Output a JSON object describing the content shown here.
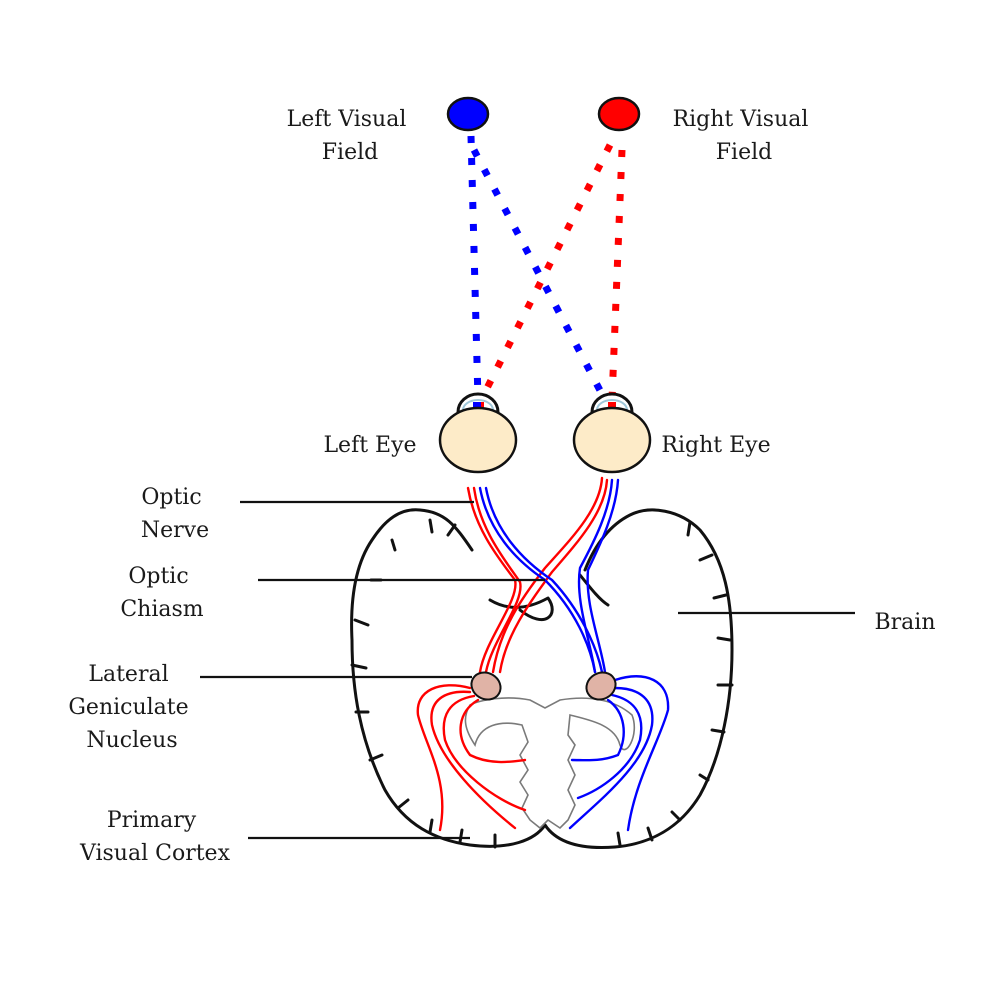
{
  "title": "Visual pathway diagram",
  "colors": {
    "left_field": "#0000ff",
    "right_field": "#ff0000",
    "eye_fill": "#fdebc8",
    "lgn_fill": "#e0b3a6",
    "outline": "#111111"
  },
  "labels": {
    "left_visual_field": [
      "Left Visual",
      "Field"
    ],
    "right_visual_field": [
      "Right Visual",
      "Field"
    ],
    "left_eye": "Left Eye",
    "right_eye": "Right Eye",
    "optic_nerve": [
      "Optic",
      "Nerve"
    ],
    "optic_chiasm": [
      "Optic",
      "Chiasm"
    ],
    "brain": "Brain",
    "lgn": [
      "Lateral",
      "Geniculate",
      "Nucleus"
    ],
    "primary_visual_cortex": [
      "Primary",
      "Visual Cortex"
    ]
  }
}
